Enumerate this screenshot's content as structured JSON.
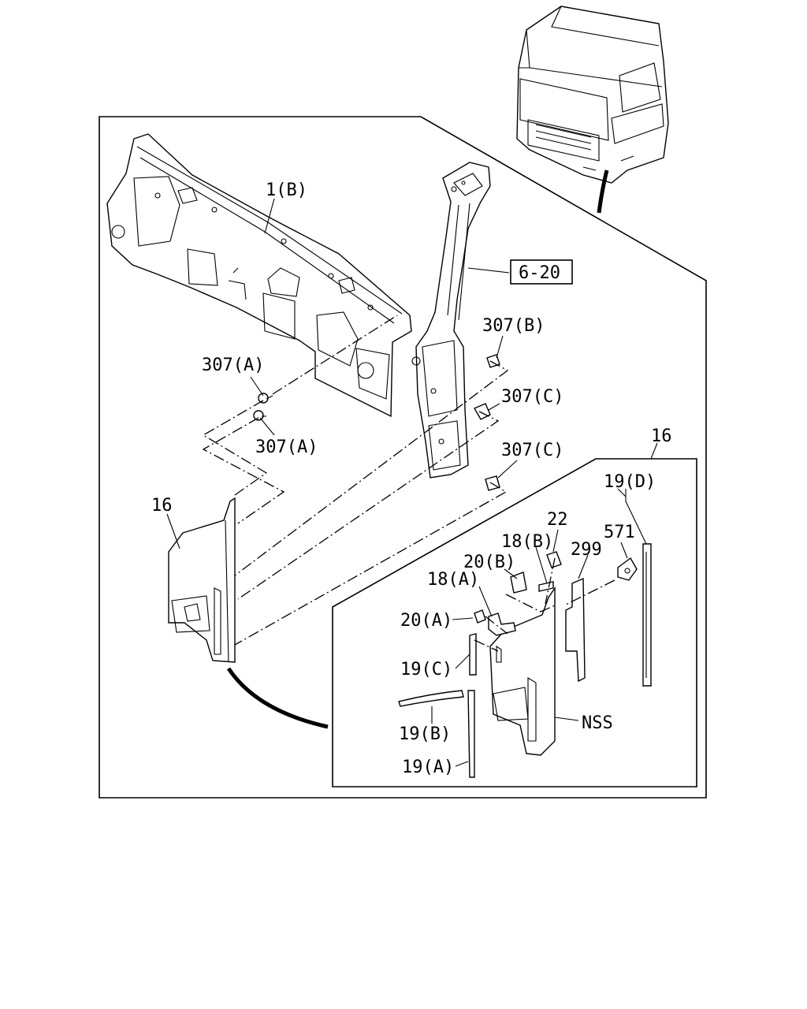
{
  "callouts": {
    "panel_1b": "1(B)",
    "ref_6_20": "6-20",
    "clip_307b": "307(B)",
    "clip_307a_top": "307(A)",
    "clip_307a_bottom": "307(A)",
    "clip_307c_top": "307(C)",
    "clip_307c_bottom": "307(C)",
    "cover_16_left": "16",
    "cover_16_detail": "16",
    "seal_19d": "19(D)",
    "part_22": "22",
    "part_571": "571",
    "part_299": "299",
    "part_18b": "18(B)",
    "part_20b": "20(B)",
    "part_18a": "18(A)",
    "part_20a": "20(A)",
    "seal_19c": "19(C)",
    "seal_19b": "19(B)",
    "seal_19a": "19(A)",
    "nss": "NSS"
  }
}
